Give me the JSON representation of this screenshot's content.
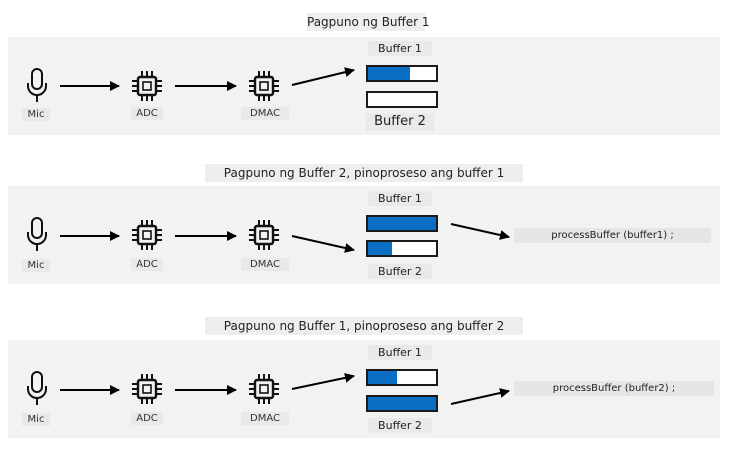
{
  "colors": {
    "buffer_fill": "#0a6fc2",
    "panel_bg": "#f2f2f2"
  },
  "rows": [
    {
      "title": "Pagpuno ng Buffer 1",
      "mic_label": "Mic",
      "adc_label": "ADC",
      "dmac_label": "DMAC",
      "buffer1_label": "Buffer 1",
      "buffer2_label": "Buffer 2",
      "buffer1_fill": 0.62,
      "buffer2_fill": 0.0,
      "process_label": ""
    },
    {
      "title": "Pagpuno ng Buffer 2, pinoproseso ang buffer 1",
      "mic_label": "Mic",
      "adc_label": "ADC",
      "dmac_label": "DMAC",
      "buffer1_label": "Buffer 1",
      "buffer2_label": "Buffer 2",
      "buffer1_fill": 1.0,
      "buffer2_fill": 0.35,
      "process_label": "processBuffer (buffer1) ;"
    },
    {
      "title": "Pagpuno ng Buffer 1, pinoproseso ang buffer 2",
      "mic_label": "Mic",
      "adc_label": "ADC",
      "dmac_label": "DMAC",
      "buffer1_label": "Buffer 1",
      "buffer2_label": "Buffer 2",
      "buffer1_fill": 0.42,
      "buffer2_fill": 1.0,
      "process_label": "processBuffer (buffer2) ;"
    }
  ]
}
